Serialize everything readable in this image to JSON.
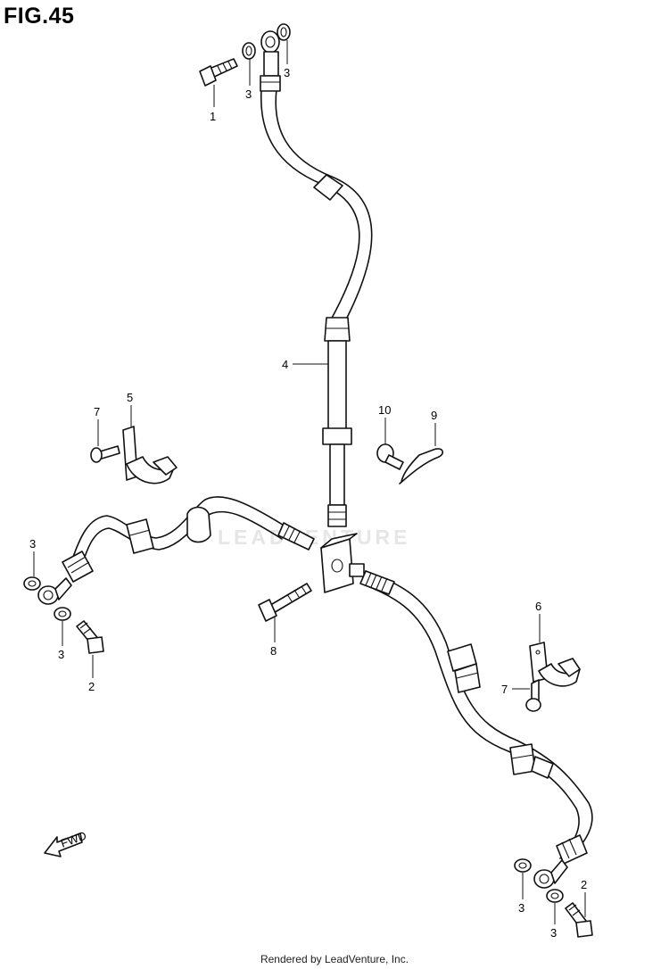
{
  "figure": {
    "title": "FIG.45"
  },
  "watermark": "LEADVENTURE",
  "fwd_label": "FWD",
  "footer": "Rendered by LeadVenture, Inc.",
  "callouts": {
    "c1": "1",
    "c2a": "2",
    "c2b": "2",
    "c3a": "3",
    "c3b": "3",
    "c3c": "3",
    "c3d": "3",
    "c3e": "3",
    "c3f": "3",
    "c4": "4",
    "c5": "5",
    "c6": "6",
    "c7a": "7",
    "c7b": "7",
    "c8": "8",
    "c9": "9",
    "c10": "10"
  }
}
